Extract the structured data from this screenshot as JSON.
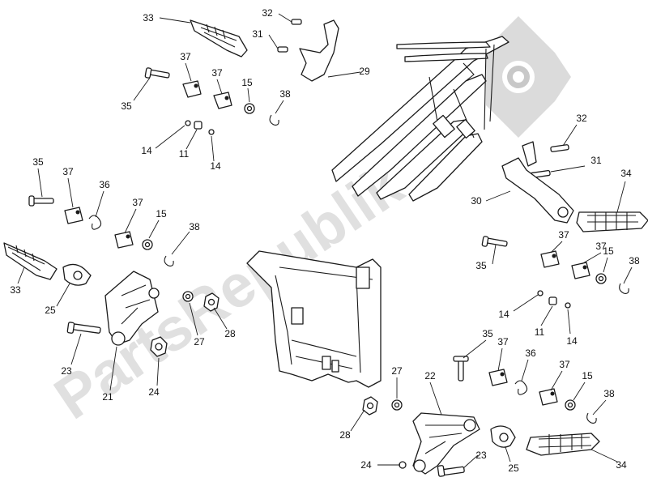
{
  "watermark": {
    "text": "PartsRepublik",
    "color": "#c8c8c8"
  },
  "callouts": [
    {
      "id": "c33a",
      "label": "33"
    },
    {
      "id": "c32a",
      "label": "32"
    },
    {
      "id": "c31a",
      "label": "31"
    },
    {
      "id": "c29",
      "label": "29"
    },
    {
      "id": "c37a",
      "label": "37"
    },
    {
      "id": "c37b",
      "label": "37"
    },
    {
      "id": "c35a",
      "label": "35"
    },
    {
      "id": "c15a",
      "label": "15"
    },
    {
      "id": "c38a",
      "label": "38"
    },
    {
      "id": "c14a",
      "label": "14"
    },
    {
      "id": "c11a",
      "label": "11"
    },
    {
      "id": "c14b",
      "label": "14"
    },
    {
      "id": "c35b",
      "label": "35"
    },
    {
      "id": "c37c",
      "label": "37"
    },
    {
      "id": "c36a",
      "label": "36"
    },
    {
      "id": "c37d",
      "label": "37"
    },
    {
      "id": "c15b",
      "label": "15"
    },
    {
      "id": "c38b",
      "label": "38"
    },
    {
      "id": "c33b",
      "label": "33"
    },
    {
      "id": "c25a",
      "label": "25"
    },
    {
      "id": "c23a",
      "label": "23"
    },
    {
      "id": "c21",
      "label": "21"
    },
    {
      "id": "c24a",
      "label": "24"
    },
    {
      "id": "c27a",
      "label": "27"
    },
    {
      "id": "c28a",
      "label": "28"
    },
    {
      "id": "c32b",
      "label": "32"
    },
    {
      "id": "c31b",
      "label": "31"
    },
    {
      "id": "c34a",
      "label": "34"
    },
    {
      "id": "c30",
      "label": "30"
    },
    {
      "id": "c37e",
      "label": "37"
    },
    {
      "id": "c35c",
      "label": "35"
    },
    {
      "id": "c37f",
      "label": "37"
    },
    {
      "id": "c15c",
      "label": "15"
    },
    {
      "id": "c38c",
      "label": "38"
    },
    {
      "id": "c14c",
      "label": "14"
    },
    {
      "id": "c11b",
      "label": "11"
    },
    {
      "id": "c14d",
      "label": "14"
    },
    {
      "id": "c35d",
      "label": "35"
    },
    {
      "id": "c37g",
      "label": "37"
    },
    {
      "id": "c36b",
      "label": "36"
    },
    {
      "id": "c37h",
      "label": "37"
    },
    {
      "id": "c15d",
      "label": "15"
    },
    {
      "id": "c38d",
      "label": "38"
    },
    {
      "id": "c27b",
      "label": "27"
    },
    {
      "id": "c22",
      "label": "22"
    },
    {
      "id": "c28b",
      "label": "28"
    },
    {
      "id": "c23b",
      "label": "23"
    },
    {
      "id": "c24b",
      "label": "24"
    },
    {
      "id": "c25b",
      "label": "25"
    },
    {
      "id": "c34b",
      "label": "34"
    }
  ]
}
